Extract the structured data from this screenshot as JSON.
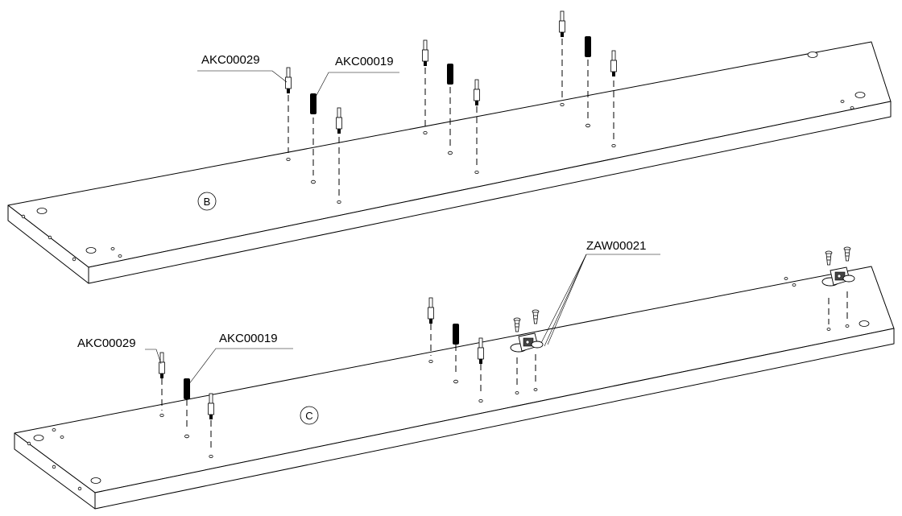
{
  "board_b": {
    "mark": "B",
    "part_a": "AKC00029",
    "part_b": "AKC00019"
  },
  "board_c": {
    "mark": "C",
    "part_a": "AKC00029",
    "part_b": "AKC00019",
    "part_c": "ZAW00021"
  }
}
